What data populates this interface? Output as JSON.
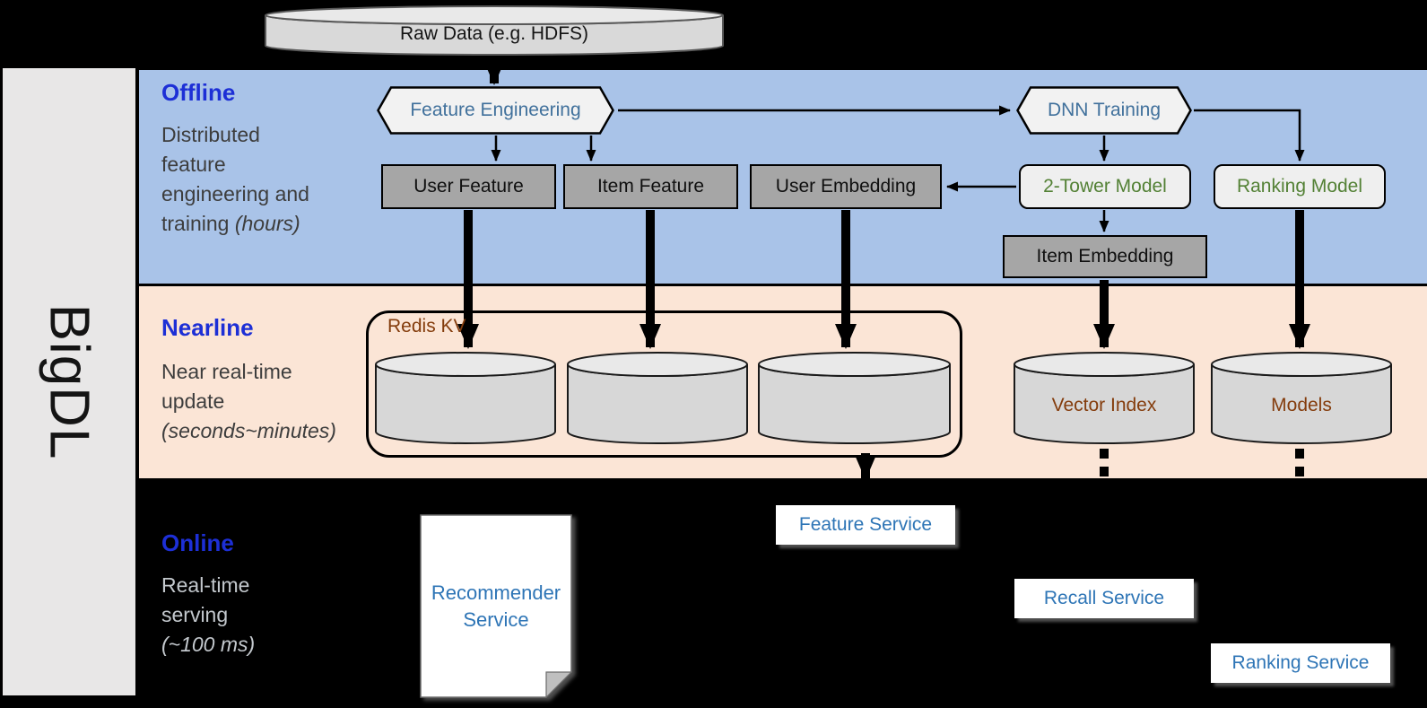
{
  "sidebar": {
    "label": "BigDL"
  },
  "raw_data": {
    "label": "Raw Data (e.g. HDFS)"
  },
  "offline": {
    "title": "Offline",
    "desc_line1": "Distributed",
    "desc_line2": "feature",
    "desc_line3": "engineering and",
    "desc_line4": "training ",
    "desc_line4_italic": "(hours)",
    "nodes": {
      "feature_engineering": "Feature Engineering",
      "dnn_training": "DNN Training",
      "user_feature": "User Feature",
      "item_feature": "Item Feature",
      "user_embedding": "User Embedding",
      "two_tower_model": "2-Tower Model",
      "ranking_model": "Ranking Model",
      "item_embedding": "Item Embedding"
    }
  },
  "nearline": {
    "title": "Nearline",
    "desc_line1": "Near real-time",
    "desc_line2": "update",
    "desc_line3_italic": "(seconds~minutes)",
    "nodes": {
      "redis_kv": "Redis KV",
      "vector_index": "Vector Index",
      "models": "Models"
    }
  },
  "online": {
    "title": "Online",
    "desc_line1": "Real-time",
    "desc_line2": "serving",
    "desc_line3_italic": "(~100 ms)",
    "nodes": {
      "recommender_service_line1": "Recommender",
      "recommender_service_line2": "Service",
      "feature_service": "Feature Service",
      "recall_service": "Recall Service",
      "ranking_service": "Ranking Service"
    }
  },
  "colors": {
    "offline_band": "#a9c3e8",
    "nearline_band": "#fbe5d6",
    "sidebar_gray": "#e8e7e7",
    "heading_blue": "#1d2fd6",
    "node_text_blue": "#41719c",
    "model_text_green": "#538135",
    "storage_text_brown": "#843c0c",
    "service_text_blue": "#2e75b6",
    "feature_box_gray": "#a6a6a6"
  }
}
